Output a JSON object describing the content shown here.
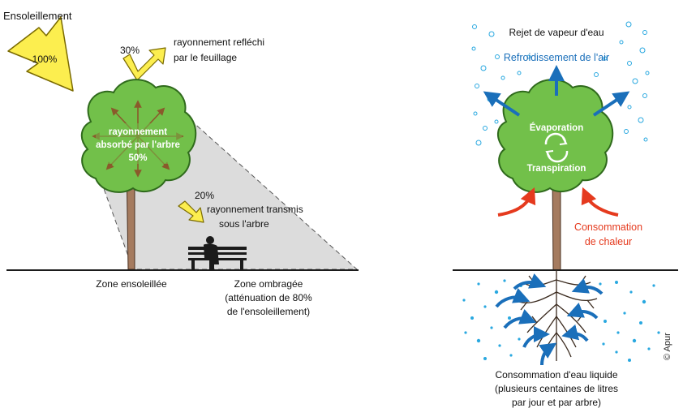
{
  "left": {
    "sun_title": "Ensoleillement",
    "sun_percent": "100%",
    "reflected_percent": "30%",
    "reflected_line1": "rayonnement refléchi",
    "reflected_line2": "par le feuillage",
    "absorbed_line1": "rayonnement",
    "absorbed_line2": "absorbé par l'arbre",
    "absorbed_percent": "50%",
    "transmitted_percent": "20%",
    "transmitted_line1": "rayonnement transmis",
    "transmitted_line2": "sous l'arbre",
    "sunny_zone": "Zone ensoleillée",
    "shade_line1": "Zone ombragée",
    "shade_line2": "(atténuation de 80%",
    "shade_line3": "de l'ensoleillement)"
  },
  "right": {
    "vapor_label": "Rejet de vapeur d'eau",
    "cooling_label": "Refroidissement de l'air",
    "evaporation_label": "Évaporation",
    "transpiration_label": "Transpiration",
    "heat_line1": "Consommation",
    "heat_line2": "de chaleur",
    "water_line1": "Consommation d'eau liquide",
    "water_line2": "(plusieurs centaines de litres",
    "water_line3": "par jour et par arbre)",
    "credit": "© Apur"
  },
  "colors": {
    "foliage": "#72c04a",
    "foliage_dark": "#2f6a1c",
    "trunk": "#a57b5f",
    "shade": "#dcdcdc",
    "sun_yellow": "#fcee4f",
    "blue": "#1a6fba",
    "red": "#e53a1e",
    "droplet": "#29a8e0"
  }
}
